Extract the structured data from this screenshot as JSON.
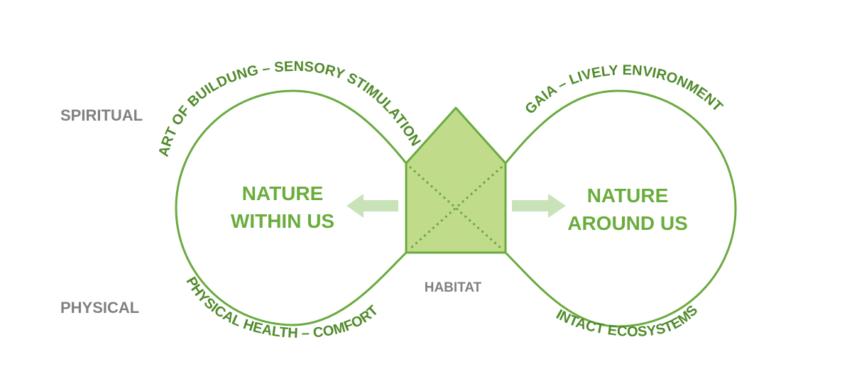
{
  "levels": {
    "top": "SPIRITUAL",
    "bottom": "PHYSICAL"
  },
  "left_loop": {
    "title_line1": "NATURE",
    "title_line2": "WITHIN US",
    "top_label": "ART OF BUILDUNG – SENSORY STIMULATION",
    "bottom_label": "PHYSICAL HEALTH – COMFORT"
  },
  "right_loop": {
    "title_line1": "NATURE",
    "title_line2": "AROUND US",
    "top_label": "GAIA – LIVELY ENVIRONMENT",
    "bottom_label": "INTACT ECOSYSTEMS"
  },
  "center": {
    "label": "HABITAT"
  },
  "colors": {
    "line": "#6aaa3f",
    "house_fill": "#c0dc8a",
    "arrow": "#c9e3b8",
    "label_green": "#4f8a2b",
    "title_green": "#6aad3c",
    "gray": "#808080"
  }
}
